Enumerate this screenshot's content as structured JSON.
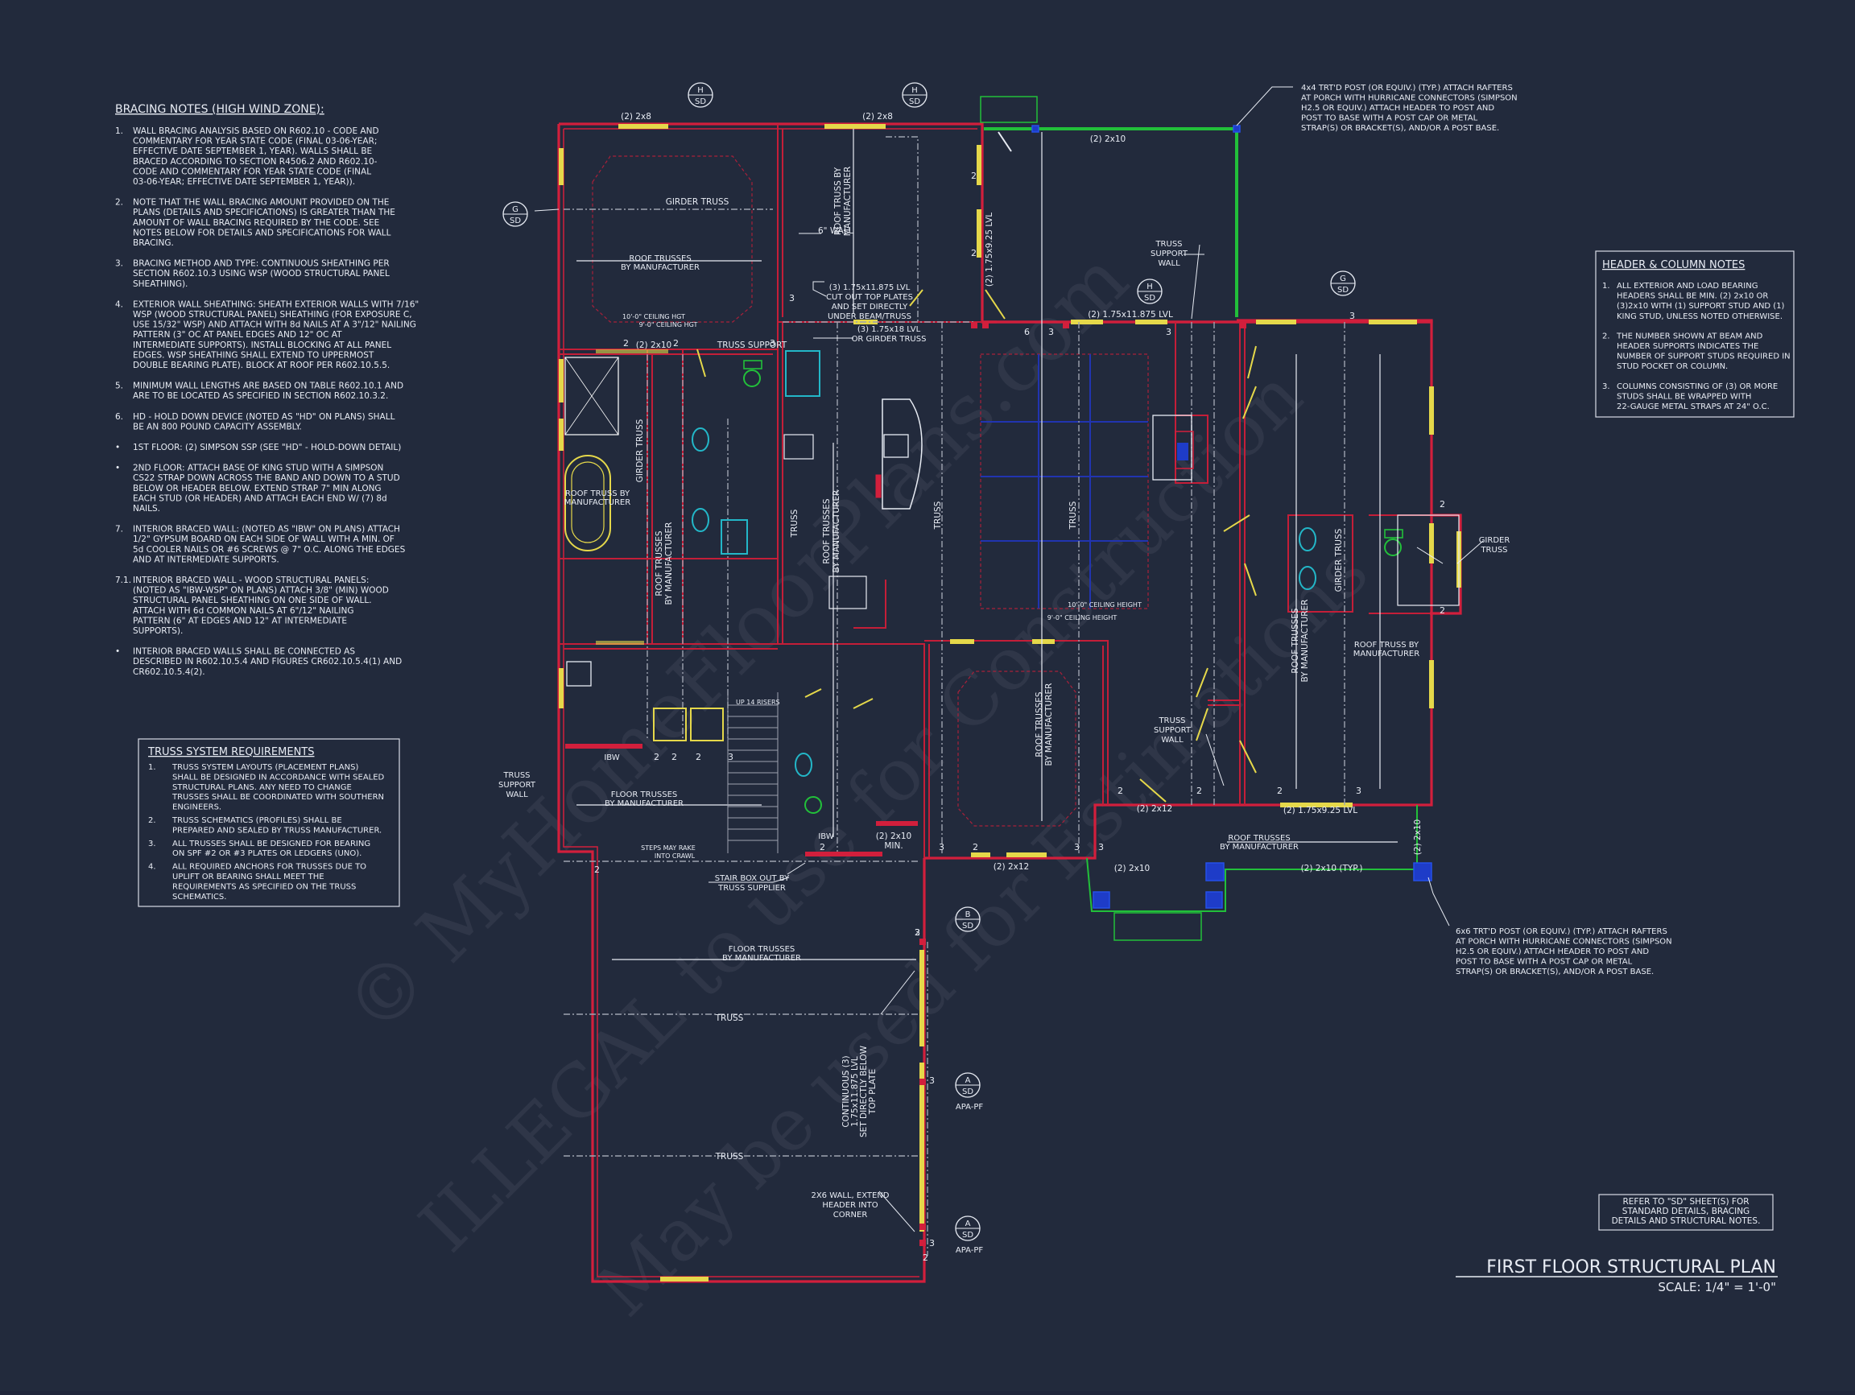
{
  "colors": {
    "background": "#222a3c",
    "exterior_wall": "#d21f3c",
    "window": "#e5d84a",
    "porch_beam": "#22c03a",
    "post": "#1e3cc8",
    "fixture": "#23b7c8",
    "text": "#e8ecf4"
  },
  "bracing_notes": {
    "title": "BRACING NOTES (HIGH WIND ZONE):",
    "items": [
      {
        "num": "1.",
        "lines": [
          "WALL BRACING ANALYSIS BASED ON R602.10 - CODE AND",
          "COMMENTARY FOR YEAR STATE CODE (FINAL 03-06-YEAR;",
          "EFFECTIVE DATE SEPTEMBER 1, YEAR). WALLS SHALL BE",
          "BRACED ACCORDING TO SECTION R4506.2 AND R602.10-",
          "CODE AND COMMENTARY FOR YEAR STATE CODE (FINAL",
          "03-06-YEAR; EFFECTIVE DATE SEPTEMBER 1, YEAR))."
        ]
      },
      {
        "num": "2.",
        "lines": [
          "NOTE THAT THE WALL BRACING AMOUNT PROVIDED ON THE",
          "PLANS (DETAILS AND SPECIFICATIONS) IS GREATER THAN THE",
          "AMOUNT OF WALL BRACING REQUIRED BY THE CODE. SEE",
          "NOTES BELOW FOR DETAILS AND SPECIFICATIONS FOR WALL",
          "BRACING."
        ]
      },
      {
        "num": "3.",
        "lines": [
          "BRACING METHOD AND TYPE: CONTINUOUS SHEATHING PER",
          "SECTION R602.10.3 USING WSP (WOOD STRUCTURAL PANEL",
          "SHEATHING)."
        ]
      },
      {
        "num": "4.",
        "lines": [
          "EXTERIOR WALL SHEATHING: SHEATH EXTERIOR WALLS WITH 7/16\"",
          "WSP (WOOD STRUCTURAL PANEL) SHEATHING (FOR EXPOSURE C,",
          "USE 15/32\" WSP) AND ATTACH WITH 8d NAILS AT A 3\"/12\" NAILING",
          "PATTERN (3\" OC AT PANEL EDGES AND 12\" OC AT",
          "INTERMEDIATE SUPPORTS). INSTALL BLOCKING AT ALL PANEL",
          "EDGES. WSP SHEATHING SHALL EXTEND TO UPPERMOST",
          "DOUBLE BEARING PLATE). BLOCK AT ROOF PER R602.10.5.5."
        ]
      },
      {
        "num": "5.",
        "lines": [
          "MINIMUM WALL LENGTHS ARE BASED ON TABLE R602.10.1 AND",
          "ARE TO BE LOCATED AS SPECIFIED IN SECTION R602.10.3.2."
        ]
      },
      {
        "num": "6.",
        "lines": [
          "HD - HOLD DOWN DEVICE (NOTED AS \"HD\" ON PLANS) SHALL",
          "BE AN 800 POUND CAPACITY ASSEMBLY."
        ]
      },
      {
        "num": "•",
        "lines": [
          "1ST FLOOR: (2) SIMPSON SSP (SEE \"HD\" - HOLD-DOWN DETAIL)"
        ]
      },
      {
        "num": "•",
        "lines": [
          "2ND FLOOR: ATTACH BASE OF KING STUD WITH A SIMPSON",
          "CS22 STRAP DOWN ACROSS THE BAND AND DOWN TO A STUD",
          "BELOW OR HEADER BELOW. EXTEND STRAP 7\" MIN ALONG",
          "EACH STUD (OR HEADER) AND ATTACH EACH END W/ (7) 8d",
          "NAILS."
        ]
      },
      {
        "num": "7.",
        "lines": [
          "INTERIOR BRACED WALL: (NOTED AS \"IBW\" ON PLANS) ATTACH",
          "1/2\" GYPSUM BOARD ON EACH SIDE OF WALL WITH A MIN. OF",
          "5d COOLER NAILS OR #6 SCREWS @ 7\" O.C. ALONG THE EDGES",
          "AND AT INTERMEDIATE SUPPORTS."
        ]
      },
      {
        "num": "7.1.",
        "lines": [
          "INTERIOR BRACED WALL - WOOD STRUCTURAL PANELS:",
          "(NOTED AS \"IBW-WSP\" ON PLANS) ATTACH 3/8\" (MIN) WOOD",
          "STRUCTURAL PANEL SHEATHING ON ONE SIDE OF WALL.",
          "ATTACH WITH 6d COMMON NAILS AT 6\"/12\" NAILING",
          "PATTERN (6\" AT EDGES AND 12\" AT INTERMEDIATE",
          "SUPPORTS)."
        ]
      },
      {
        "num": "•",
        "lines": [
          "INTERIOR BRACED WALLS SHALL BE CONNECTED AS",
          "DESCRIBED IN R602.10.5.4 AND FIGURES CR602.10.5.4(1) AND",
          "CR602.10.5.4(2)."
        ]
      }
    ]
  },
  "truss_requirements": {
    "title": "TRUSS SYSTEM REQUIREMENTS",
    "items": [
      {
        "num": "1.",
        "lines": [
          "TRUSS SYSTEM LAYOUTS (PLACEMENT PLANS)",
          "SHALL BE DESIGNED IN ACCORDANCE WITH SEALED",
          "STRUCTURAL PLANS. ANY NEED TO CHANGE",
          "TRUSSES SHALL BE COORDINATED WITH SOUTHERN",
          "ENGINEERS."
        ]
      },
      {
        "num": "2.",
        "lines": [
          "TRUSS SCHEMATICS (PROFILES) SHALL BE",
          "PREPARED AND SEALED BY TRUSS MANUFACTURER."
        ]
      },
      {
        "num": "3.",
        "lines": [
          "ALL TRUSSES SHALL BE DESIGNED FOR BEARING",
          "ON SPF #2 OR #3 PLATES OR LEDGERS (UNO)."
        ]
      },
      {
        "num": "4.",
        "lines": [
          "ALL REQUIRED ANCHORS FOR TRUSSES DUE TO",
          "UPLIFT OR BEARING SHALL MEET THE",
          "REQUIREMENTS AS SPECIFIED ON THE TRUSS",
          "SCHEMATICS."
        ]
      }
    ]
  },
  "header_column_notes": {
    "title": "HEADER & COLUMN NOTES",
    "items": [
      {
        "num": "1.",
        "lines": [
          "ALL EXTERIOR AND LOAD BEARING",
          "HEADERS SHALL BE MIN. (2) 2x10 OR",
          "(3)2x10 WITH (1) SUPPORT STUD AND (1)",
          "KING STUD, UNLESS NOTED OTHERWISE."
        ]
      },
      {
        "num": "2.",
        "lines": [
          "THE NUMBER SHOWN AT BEAM AND",
          "HEADER SUPPORTS INDICATES THE",
          "NUMBER OF SUPPORT STUDS REQUIRED IN",
          "STUD POCKET OR COLUMN."
        ]
      },
      {
        "num": "3.",
        "lines": [
          "COLUMNS CONSISTING OF (3) OR MORE",
          "STUDS SHALL BE WRAPPED WITH",
          "22-GAUGE METAL STRAPS AT 24\" O.C."
        ]
      }
    ]
  },
  "refer_note": [
    "REFER TO \"SD\" SHEET(S) FOR",
    "STANDARD DETAILS, BRACING",
    "DETAILS AND STRUCTURAL NOTES."
  ],
  "plan_title": "FIRST FLOOR STRUCTURAL PLAN",
  "plan_scale": "SCALE: 1/4\" = 1'-0\"",
  "callouts": {
    "post_4x4": [
      "4x4 TRT'D POST (OR EQUIV.) (TYP.) ATTACH RAFTERS",
      "AT PORCH WITH HURRICANE CONNECTORS (SIMPSON",
      "H2.5 OR EQUIV.) ATTACH HEADER TO POST AND",
      "POST TO BASE WITH A POST CAP OR METAL",
      "STRAP(S) OR BRACKET(S), AND/OR A POST BASE."
    ],
    "post_6x6": [
      "6x6 TRT'D POST (OR EQUIV.) (TYP.) ATTACH RAFTERS",
      "AT PORCH WITH HURRICANE CONNECTORS (SIMPSON",
      "H2.5 OR EQUIV.) ATTACH HEADER TO POST AND",
      "POST TO BASE WITH A POST CAP OR METAL",
      "STRAP(S) OR BRACKET(S), AND/OR A POST BASE."
    ],
    "lvl_cut": [
      "(3) 1.75x11.875 LVL",
      "CUT OUT TOP PLATES",
      "AND SET DIRECTLY",
      "UNDER BEAM/TRUSS"
    ],
    "lvl_girder": [
      "(3) 1.75x18 LVL",
      "OR GIRDER TRUSS"
    ],
    "stair_box": [
      "STAIR BOX OUT BY",
      "TRUSS SUPPLIER"
    ],
    "continuous_lvl": [
      "CONTINUOUS (3)",
      "1.75x11.875 LVL",
      "SET DIRECTLY BELOW",
      "TOP PLATE"
    ],
    "wall_2x6": [
      "2X6 WALL, EXTEND",
      "HEADER INTO",
      "CORNER"
    ],
    "truss_support_wall": [
      "TRUSS",
      "SUPPORT",
      "WALL"
    ],
    "girder_truss_right": [
      "GIRDER",
      "TRUSS"
    ],
    "roof_truss_by_mfr_3": [
      "ROOF TRUSS BY",
      "MANUFACTURER"
    ],
    "roof_trusses_mfr": [
      "ROOF TRUSSES",
      "BY MANUFACTURER"
    ],
    "floor_trusses_mfr": [
      "FLOOR TRUSSES",
      "BY MANUFACTURER"
    ],
    "roof_truss_by_mfr_2": [
      "ROOF TRUSS BY",
      "MANUFACTURER"
    ],
    "wall_6": "6\" WALL",
    "girder_truss": "GIRDER TRUSS",
    "truss_support": "TRUSS SUPPORT",
    "truss": "TRUSS",
    "ceiling_1": "10'-0\" CEILING HGT",
    "ceiling_2": "9'-0\" CEILING HGT",
    "ceiling_3": "10'-0\" CEILING HEIGHT",
    "ceiling_4": "9'-0\" CEILING HEIGHT",
    "up_risers": "UP 14 RISERS",
    "steps_rake": "STEPS MAY RAKE",
    "steps_rake2": "INTO CRAWL",
    "ibw": "IBW",
    "apa_pf": "APA-PF"
  },
  "headers": {
    "h_2x8": "(2) 2x8",
    "h_2x10": "(2) 2x10",
    "h_2x10_typ": "(2) 2x10 (TYP.)",
    "h_2x12": "(2) 2x12",
    "h_lvl_925": "(2) 1.75x11.875 LVL",
    "h_lvl_925b": "(2) 1.75x9.25 LVL",
    "h_lvl_v": "(2) 1.75x9.25 LVL",
    "h_2x10_min": "(2) 2x10",
    "h_min": "MIN."
  },
  "markers": [
    {
      "top": "H",
      "bottom": "SD"
    },
    {
      "top": "H",
      "bottom": "SD"
    },
    {
      "top": "G",
      "bottom": "SD"
    },
    {
      "top": "H",
      "bottom": "SD"
    },
    {
      "top": "G",
      "bottom": "SD"
    },
    {
      "top": "B",
      "bottom": "SD"
    },
    {
      "top": "A",
      "bottom": "SD"
    },
    {
      "top": "A",
      "bottom": "SD"
    }
  ],
  "watermark": [
    "© MyHomeFloorPlans.com",
    "ILLEGAL to use for Construction",
    "May be used for Estimations"
  ]
}
